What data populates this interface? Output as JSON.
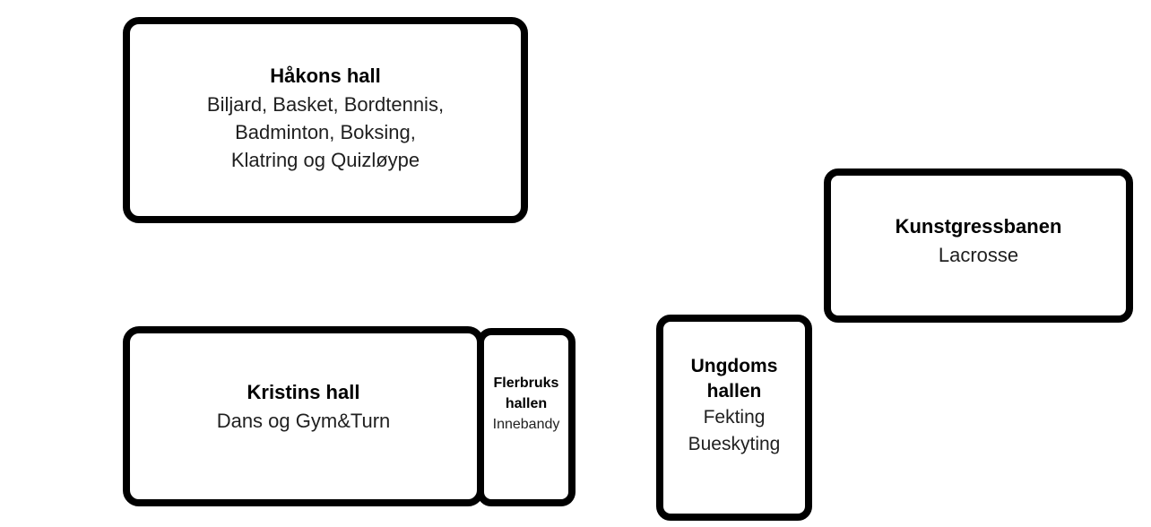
{
  "halls": {
    "hakons": {
      "name": "Håkons hall",
      "activities": "Biljard, Basket, Bordtennis, Badminton, Boksing, Klatring og Quizløype"
    },
    "kunstgress": {
      "name": "Kunstgressbanen",
      "activities": "Lacrosse"
    },
    "kristins": {
      "name": "Kristins hall",
      "activities": "Dans og Gym&Turn"
    },
    "flerbruks": {
      "name": "Flerbruks hallen",
      "activities": "Innebandy"
    },
    "ungdoms": {
      "name": "Ungdoms hallen",
      "activities": "Fekting Bueskyting"
    }
  },
  "colors": {
    "border": "#000000",
    "background": "#ffffff",
    "text": "#1a1a1a"
  }
}
